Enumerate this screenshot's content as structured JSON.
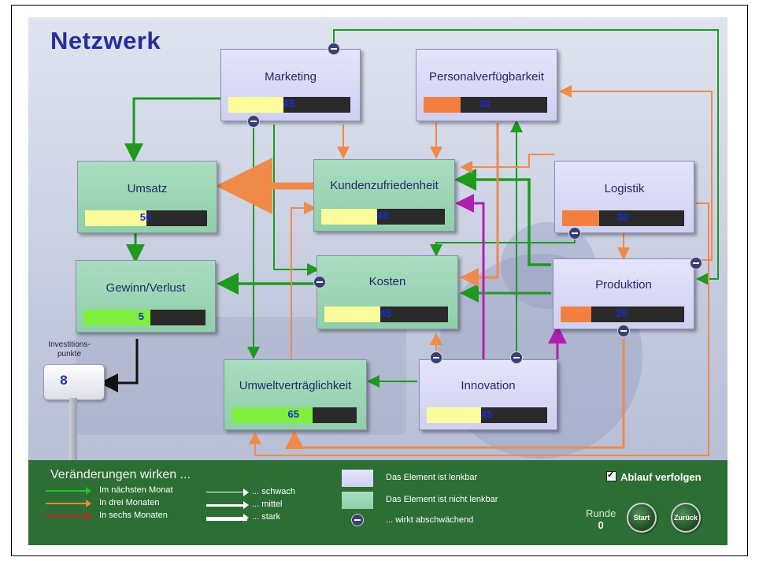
{
  "title": "Netzwerk",
  "nodes": {
    "marketing": {
      "label": "Marketing",
      "value": "45",
      "percent": 45,
      "fill_color": "#fcfc9c"
    },
    "personal": {
      "label": "Personalverfügbarkeit",
      "value": "30",
      "percent": 30,
      "fill_color": "#f27f3f"
    },
    "umsatz": {
      "label": "Umsatz",
      "value": "50",
      "percent": 50,
      "fill_color": "#fcfc9c"
    },
    "kunden": {
      "label": "Kundenzufriedenheit",
      "value": "45",
      "percent": 45,
      "fill_color": "#fcfc9c"
    },
    "logistik": {
      "label": "Logistik",
      "value": "30",
      "percent": 30,
      "fill_color": "#f27f3f"
    },
    "gewinn": {
      "label": "Gewinn/Verlust",
      "value": "5",
      "percent": 55,
      "fill_color": "#7ff03f"
    },
    "kosten": {
      "label": "Kosten",
      "value": "45",
      "percent": 45,
      "fill_color": "#fcfc9c"
    },
    "produktion": {
      "label": "Produktion",
      "value": "25",
      "percent": 25,
      "fill_color": "#f27f3f"
    },
    "umwelt": {
      "label": "Umweltverträglichkeit",
      "value": "65",
      "percent": 65,
      "fill_color": "#7ff03f"
    },
    "innovation": {
      "label": "Innovation",
      "value": "45",
      "percent": 45,
      "fill_color": "#fcfc9c"
    }
  },
  "invest": {
    "label_line1": "Investitions-",
    "label_line2": "punkte",
    "value": "8"
  },
  "legend": {
    "title": "Veränderungen wirken ...",
    "timing": [
      {
        "label": "Im nächsten Monat",
        "color": "#22c22b"
      },
      {
        "label": "In drei Monaten",
        "color": "#f08a30"
      },
      {
        "label": "In sechs Monaten",
        "color": "#d22020"
      }
    ],
    "strength": [
      {
        "label": "... schwach"
      },
      {
        "label": "... mittel"
      },
      {
        "label": "... stark"
      }
    ],
    "lenkbar": "Das Element ist lenkbar",
    "nicht_lenkbar": "Das Element ist nicht lenkbar",
    "abschwaechend": "... wirkt abschwächend"
  },
  "controls": {
    "ablauf": "Ablauf verfolgen",
    "ablauf_checked": true,
    "runde_label": "Runde",
    "runde_value": "0",
    "start": "Start",
    "zurueck": "Zurück"
  },
  "colors": {
    "green": "#1f9a1f",
    "orange": "#f08a4a",
    "magenta": "#b020b0",
    "black": "#111111"
  }
}
